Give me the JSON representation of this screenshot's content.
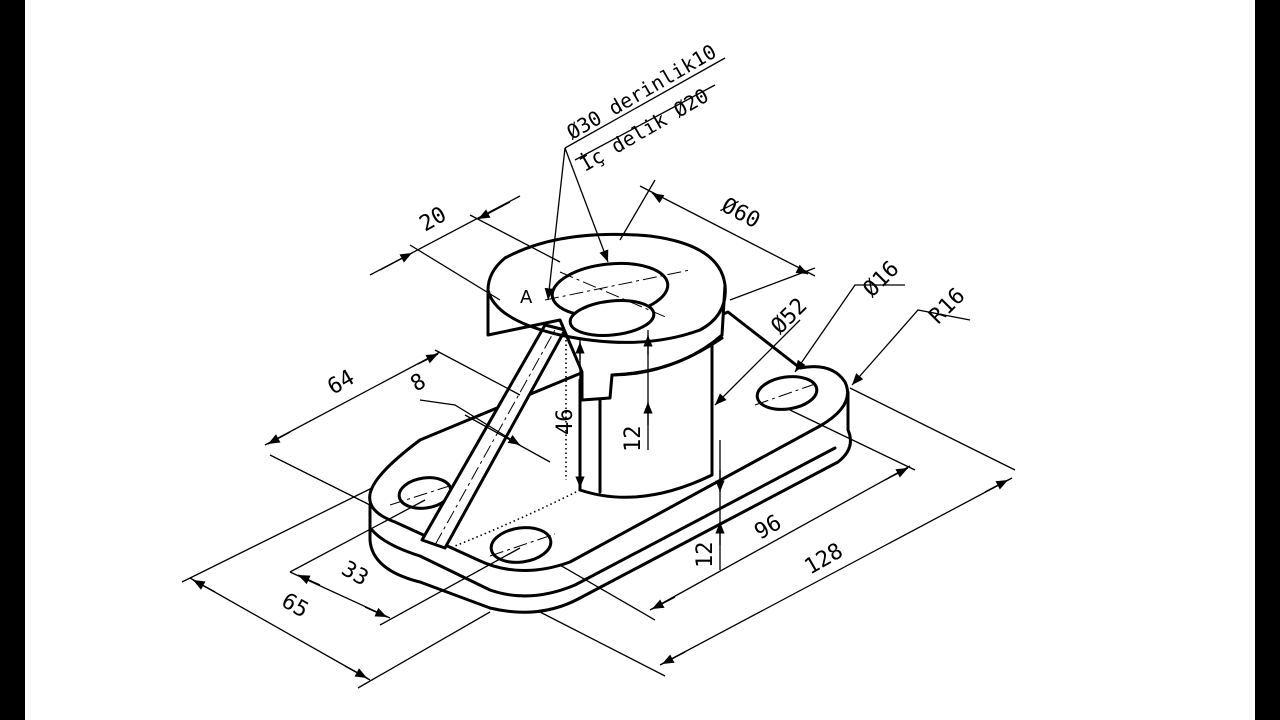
{
  "notes": {
    "counterbore": "Ø30 derinlik10",
    "through_hole": "İç delik Ø20"
  },
  "labels": {
    "surface_a": "A"
  },
  "dimensions": {
    "d20": "20",
    "d60": "Ø60",
    "d52": "Ø52",
    "d16": "Ø16",
    "r16": "R16",
    "d64": "64",
    "d8": "8",
    "d46": "46",
    "d12_top": "12",
    "d12_base": "12",
    "d96": "96",
    "d128": "128",
    "d33": "33",
    "d65": "65"
  },
  "colors": {
    "line": "#000000",
    "paper": "#ffffff",
    "border": "#000000"
  }
}
